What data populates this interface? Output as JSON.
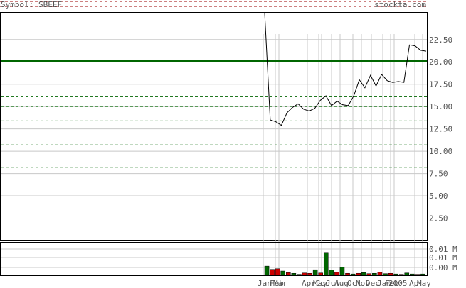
{
  "header": {
    "symbol_text": "Symbol: SBEEF",
    "watermark": "stockta.com"
  },
  "colors": {
    "price_line": "#000000",
    "resistance_line": "#006600",
    "support_lines": "#006600",
    "grid": "#c8c8c8",
    "volume_up": "#006600",
    "volume_down": "#cc0000",
    "header_dashes": "#990000"
  },
  "chart_data": [
    {
      "type": "line",
      "title": "",
      "y_ticks": [
        22.5,
        20.0,
        17.5,
        15.0,
        12.5,
        10.0,
        7.5,
        5.0,
        2.5
      ],
      "y_tick_labels": [
        "22.50",
        "20.00",
        "17.50",
        "15.00",
        "12.50",
        "10.00",
        "7.50",
        "5.00",
        "2.50"
      ],
      "ylim": [
        0,
        25.5
      ],
      "x_labels": [
        "Jan",
        "Feb",
        "Mar",
        "Apr",
        "May",
        "Jun",
        "Jul",
        "Aug",
        "Oct",
        "Nov",
        "Dec",
        "Jan",
        "Feb",
        "2005",
        "Apr",
        "May"
      ],
      "horizontal_levels": {
        "solid": [
          20.1
        ],
        "dashed": [
          16.1,
          15.0,
          13.4,
          10.7,
          8.2
        ]
      },
      "series": [
        {
          "values": [
            [
              0,
              26.0
            ],
            [
              1,
              13.5
            ],
            [
              2,
              13.3
            ],
            [
              3,
              12.9
            ],
            [
              4,
              14.3
            ],
            [
              5,
              14.9
            ],
            [
              6,
              15.3
            ],
            [
              7,
              14.7
            ],
            [
              8,
              14.5
            ],
            [
              9,
              14.8
            ],
            [
              10,
              15.7
            ],
            [
              11,
              16.2
            ],
            [
              12,
              15.1
            ],
            [
              13,
              15.6
            ],
            [
              14,
              15.2
            ],
            [
              15,
              15.1
            ],
            [
              16,
              16.2
            ],
            [
              17,
              18.0
            ],
            [
              18,
              17.1
            ],
            [
              19,
              18.5
            ],
            [
              20,
              17.3
            ],
            [
              21,
              18.6
            ],
            [
              22,
              17.9
            ],
            [
              23,
              17.7
            ],
            [
              24,
              17.8
            ],
            [
              25,
              17.7
            ],
            [
              26,
              21.9
            ],
            [
              27,
              21.8
            ],
            [
              28,
              21.3
            ],
            [
              29,
              21.2
            ]
          ]
        }
      ],
      "grid": true
    },
    {
      "type": "bar",
      "title": "",
      "y_tick_labels": [
        "0.01 M",
        "0.01 M",
        "0.00 M"
      ],
      "ylim": [
        0,
        1
      ],
      "volume_bars": [
        {
          "value": 0.28,
          "dir": "up"
        },
        {
          "value": 0.18,
          "dir": "down"
        },
        {
          "value": 0.2,
          "dir": "down"
        },
        {
          "value": 0.13,
          "dir": "up"
        },
        {
          "value": 0.08,
          "dir": "down"
        },
        {
          "value": 0.06,
          "dir": "up"
        },
        {
          "value": 0.03,
          "dir": "up"
        },
        {
          "value": 0.07,
          "dir": "down"
        },
        {
          "value": 0.06,
          "dir": "down"
        },
        {
          "value": 0.17,
          "dir": "up"
        },
        {
          "value": 0.07,
          "dir": "down"
        },
        {
          "value": 0.7,
          "dir": "up"
        },
        {
          "value": 0.16,
          "dir": "up"
        },
        {
          "value": 0.09,
          "dir": "down"
        },
        {
          "value": 0.25,
          "dir": "up"
        },
        {
          "value": 0.06,
          "dir": "down"
        },
        {
          "value": 0.04,
          "dir": "up"
        },
        {
          "value": 0.06,
          "dir": "down"
        },
        {
          "value": 0.08,
          "dir": "up"
        },
        {
          "value": 0.05,
          "dir": "down"
        },
        {
          "value": 0.06,
          "dir": "up"
        },
        {
          "value": 0.09,
          "dir": "down"
        },
        {
          "value": 0.05,
          "dir": "up"
        },
        {
          "value": 0.06,
          "dir": "down"
        },
        {
          "value": 0.04,
          "dir": "up"
        },
        {
          "value": 0.03,
          "dir": "down"
        },
        {
          "value": 0.07,
          "dir": "up"
        },
        {
          "value": 0.04,
          "dir": "up"
        },
        {
          "value": 0.03,
          "dir": "down"
        },
        {
          "value": 0.04,
          "dir": "up"
        }
      ],
      "grid": true
    }
  ]
}
